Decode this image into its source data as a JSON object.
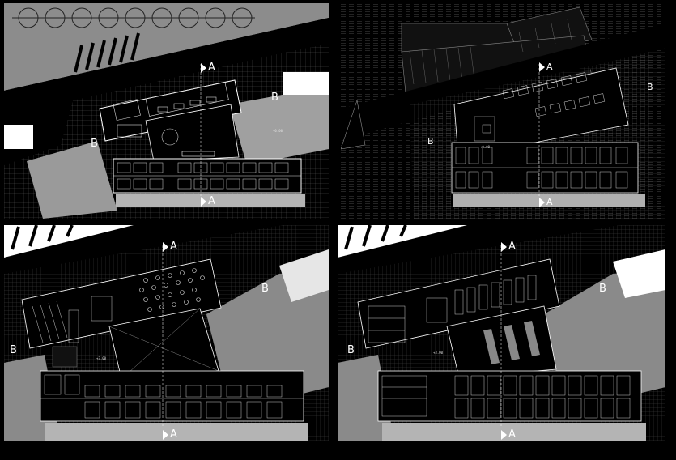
{
  "sheet": {
    "panels": [
      {
        "id": "p1",
        "labels": {
          "A_top": "A",
          "A_bottom": "A",
          "B_left": "B",
          "B_right": "B"
        },
        "level_mark": "+0.00"
      },
      {
        "id": "p2",
        "labels": {
          "A_top": "A",
          "A_bottom": "A",
          "B_left": "B",
          "B_right": "B"
        },
        "level_mark": "+0.00"
      },
      {
        "id": "p3",
        "labels": {
          "A_top": "A",
          "A_bottom": "A",
          "B_left": "B",
          "B_right": "B"
        },
        "level_mark": "+3.00"
      },
      {
        "id": "p4",
        "labels": {
          "A_top": "A",
          "A_bottom": "A",
          "B_left": "B",
          "B_right": "B"
        },
        "level_mark": "+3.00"
      }
    ],
    "colors": {
      "background": "#000000",
      "line": "#ffffff",
      "fill_gray": "#8a8a8a",
      "fill_light": "#b8b8b8",
      "fill_dark": "#555555"
    }
  }
}
